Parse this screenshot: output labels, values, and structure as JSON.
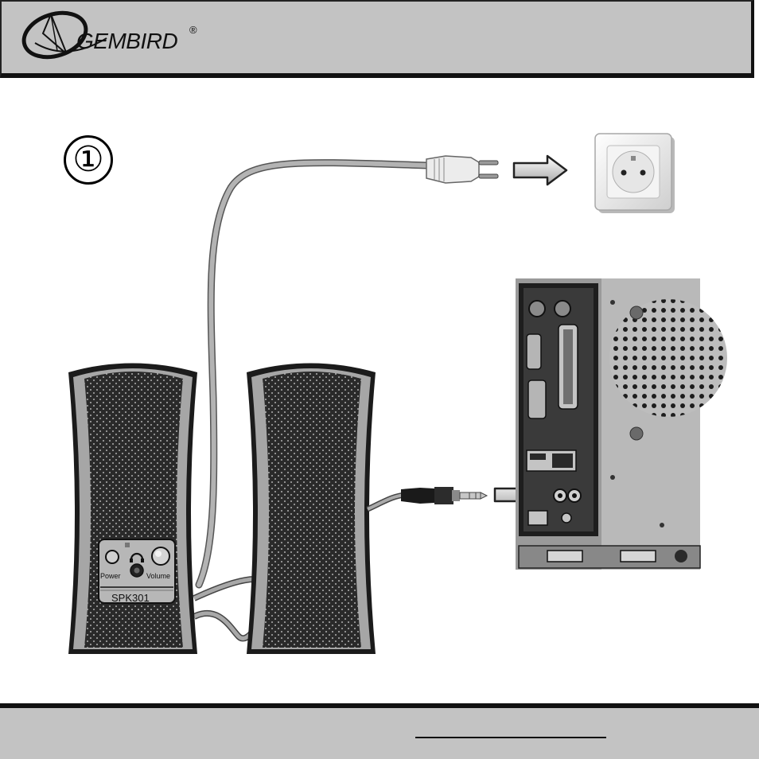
{
  "header": {
    "brand": "GEMBIRD",
    "registered_mark": "®"
  },
  "step": {
    "number": "①"
  },
  "speaker": {
    "power_label": "Power",
    "volume_label": "Volume",
    "model_label": "SPK301"
  },
  "icons": [
    "gembird-logo-icon",
    "power-plug-icon",
    "wall-socket-icon",
    "arrow-right-icon",
    "audio-jack-icon",
    "pc-back-panel-icon",
    "headphone-icon"
  ]
}
